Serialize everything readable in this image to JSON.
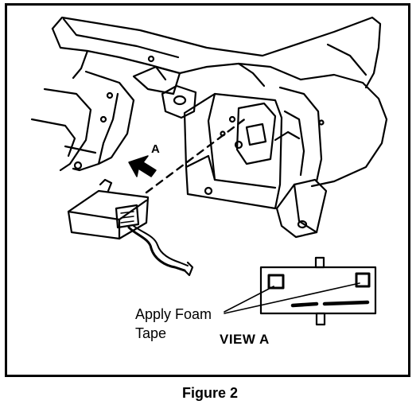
{
  "diagram": {
    "arrow_label": "A",
    "callout_line1": "Apply Foam",
    "callout_line2": "Tape",
    "view_label": "VIEW  A"
  },
  "caption": "Figure 2",
  "colors": {
    "ink": "#000000",
    "paper": "#ffffff"
  }
}
